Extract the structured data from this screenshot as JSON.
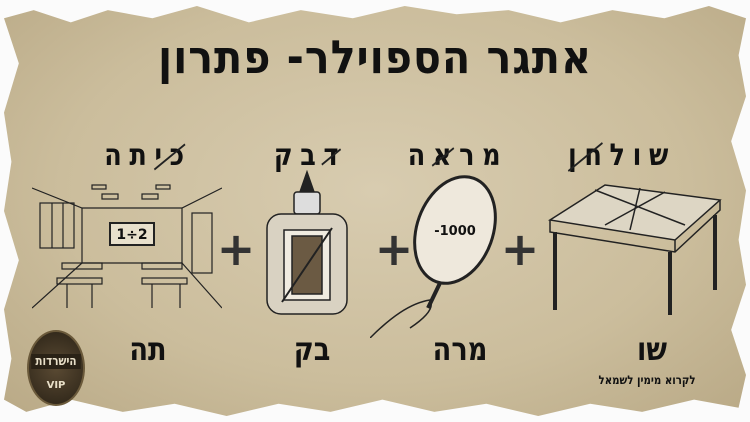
{
  "title": "אתגר הספוילר- פתרון",
  "columns": [
    {
      "word_segments": [
        {
          "text": "כי",
          "struck": true
        },
        {
          "text": "תה",
          "struck": false
        }
      ],
      "answer": "תה",
      "image": "classroom",
      "board_text": "1÷2"
    },
    {
      "word_segments": [
        {
          "text": "ד",
          "struck": true
        },
        {
          "text": "בק",
          "struck": false
        }
      ],
      "answer": "בק",
      "image": "glue-bottle-with-door"
    },
    {
      "word_segments": [
        {
          "text": "מר",
          "struck": false
        },
        {
          "text": "א",
          "struck": true
        },
        {
          "text": "ה",
          "struck": false
        }
      ],
      "answer": "מרה",
      "image": "hand-mirror",
      "mirror_text": "-1000"
    },
    {
      "word_segments": [
        {
          "text": "שול",
          "struck": false
        },
        {
          "text": "חן",
          "struck": true
        }
      ],
      "answer": "שו",
      "image": "table"
    }
  ],
  "plus_sign": "+",
  "note": "לקרוא מימין לשמאל",
  "logo": {
    "name": "הישרדות",
    "badge": "VIP"
  },
  "colors": {
    "paper": "#cbbd9c",
    "ink": "#111111"
  }
}
